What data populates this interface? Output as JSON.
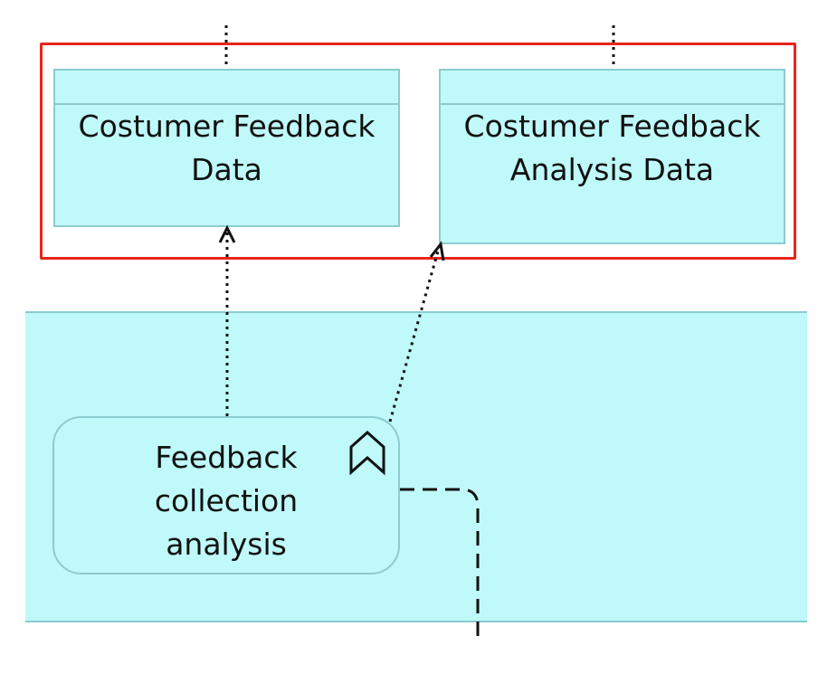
{
  "diagram": {
    "data_objects": [
      {
        "label": "Costumer Feedback Data"
      },
      {
        "label": "Costumer Feedback Analysis Data"
      }
    ],
    "process": {
      "label": "Feedback collection analysis",
      "icon": "process-chevron-icon"
    },
    "colors": {
      "fill": "#bff9fa",
      "stroke": "#8ccbcf",
      "highlight": "#e8261b",
      "line": "#111111"
    }
  }
}
